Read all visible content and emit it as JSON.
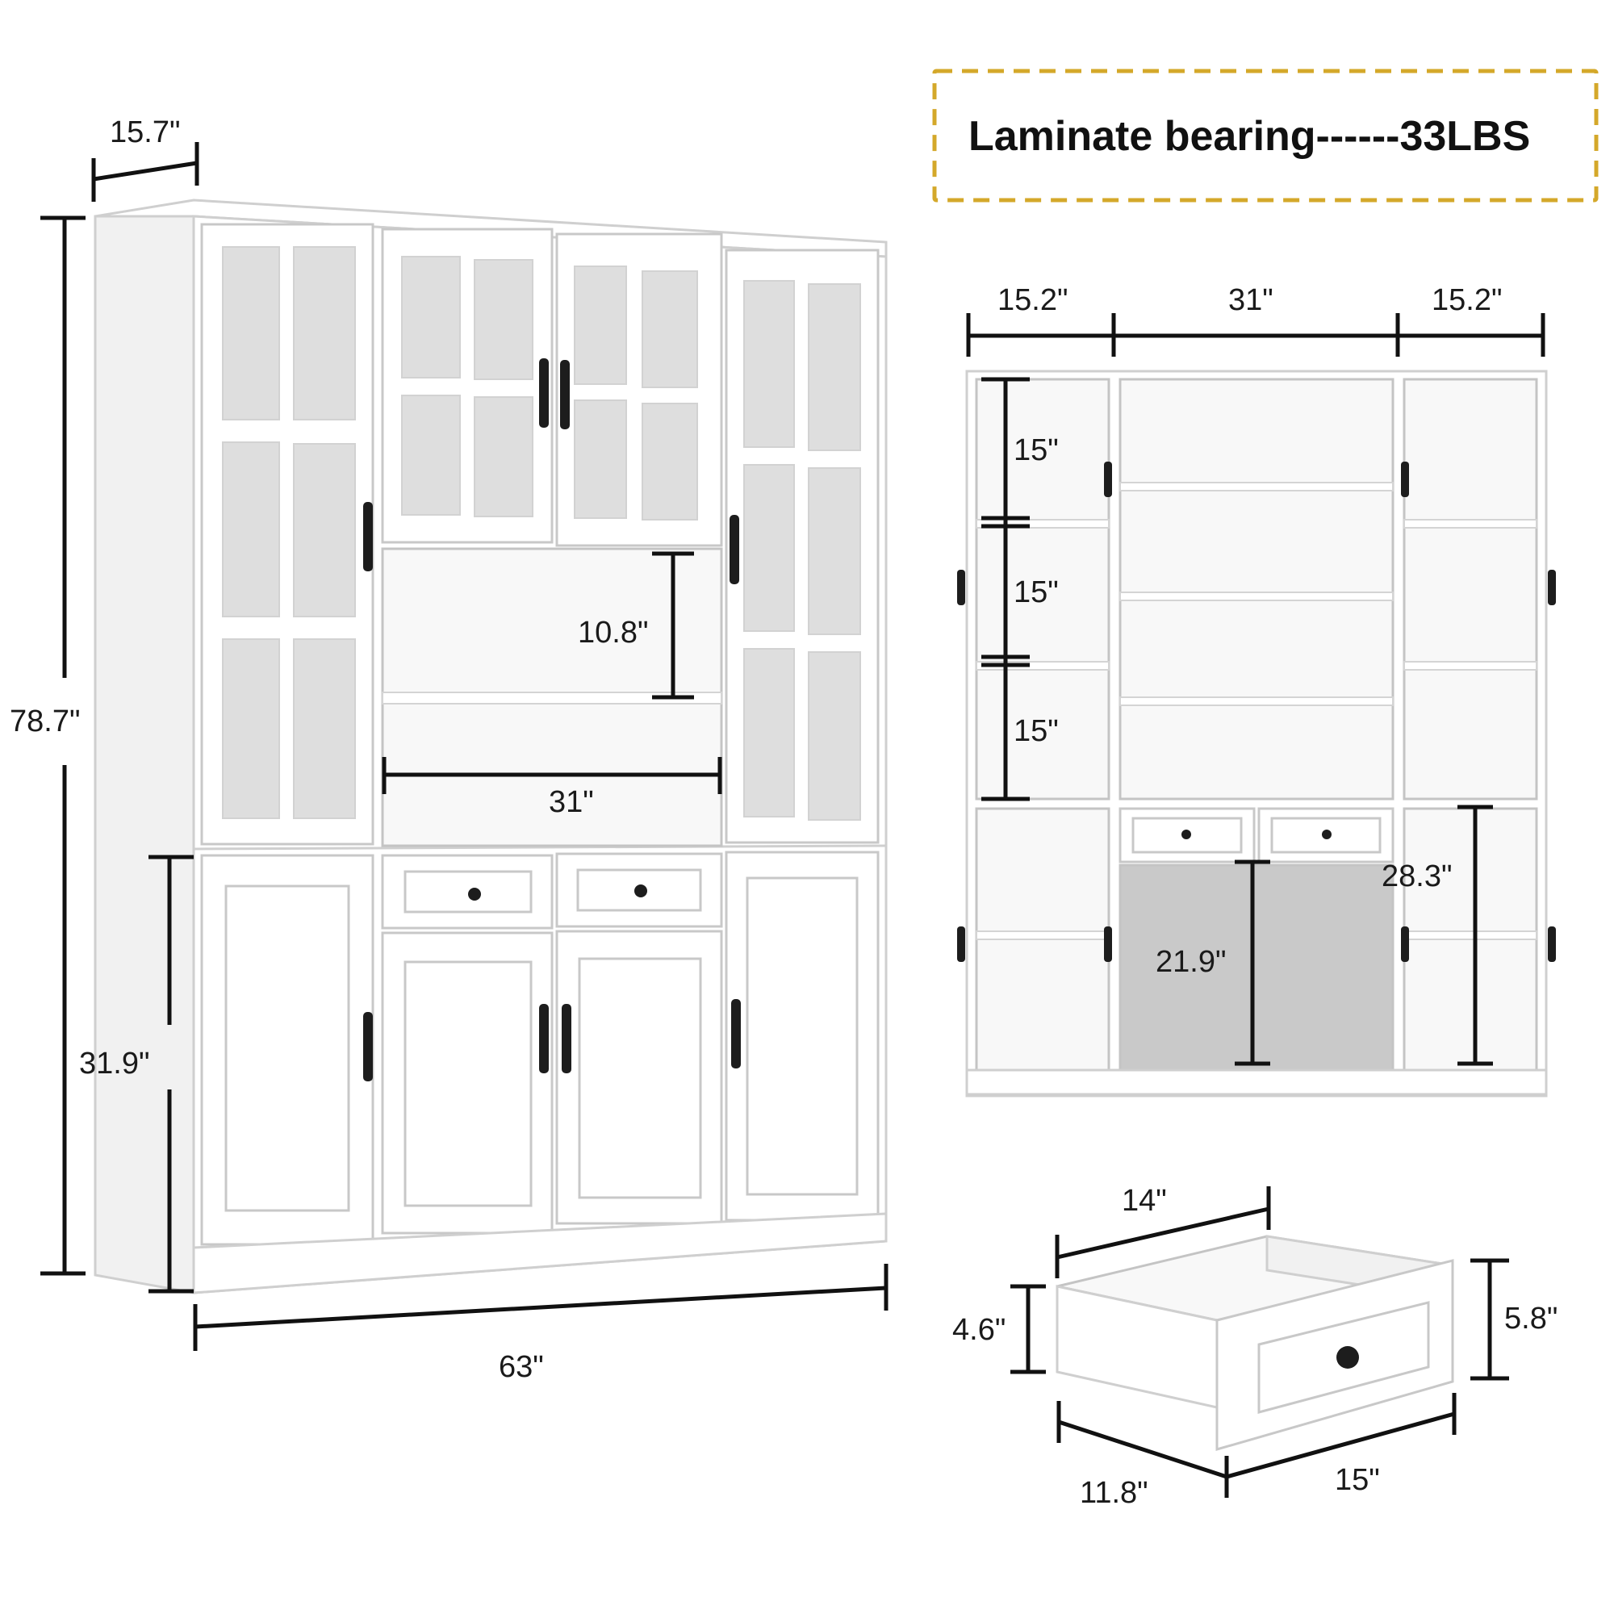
{
  "banner": {
    "text": "Laminate bearing------33LBS",
    "accent_color": "#d4a82a"
  },
  "front_view": {
    "depth": "15.7\"",
    "total_height": "78.7\"",
    "lower_height": "31.9\"",
    "total_width": "63\"",
    "open_shelf_height": "10.8\"",
    "open_shelf_width": "31\""
  },
  "interior_view": {
    "left_width": "15.2\"",
    "center_width": "31\"",
    "right_width": "15.2\"",
    "shelf_height_1": "15\"",
    "shelf_height_2": "15\"",
    "shelf_height_3": "15\"",
    "center_lower_height": "21.9\"",
    "side_lower_height": "28.3\""
  },
  "drawer_view": {
    "inner_width": "14\"",
    "inner_height": "4.6\"",
    "front_height": "5.8\"",
    "depth": "11.8\"",
    "front_width": "15\""
  }
}
